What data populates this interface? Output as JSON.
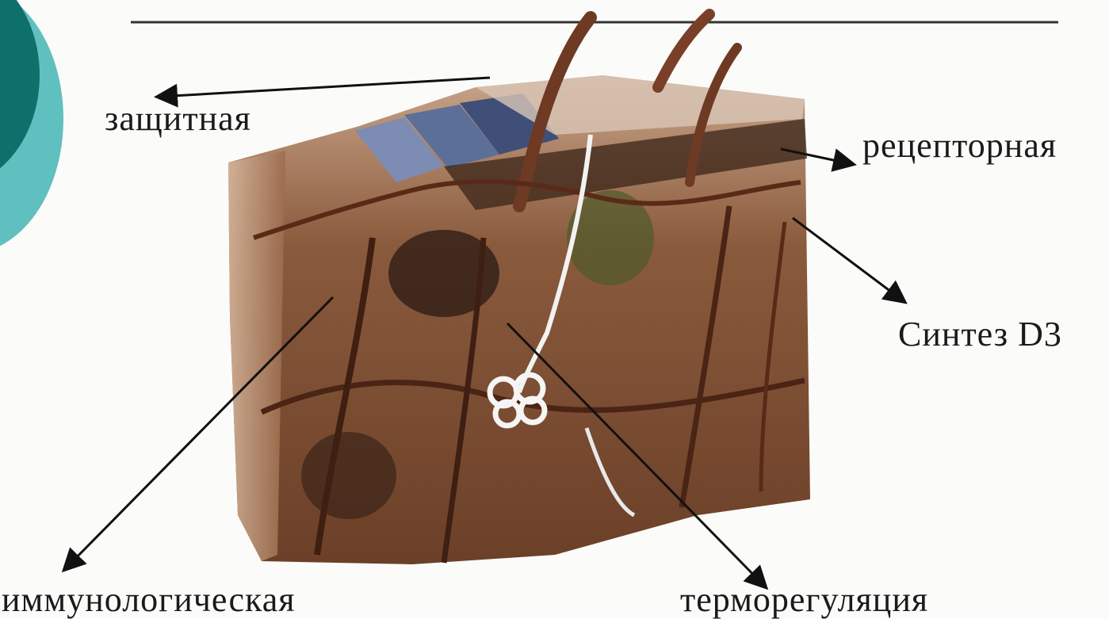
{
  "labels": {
    "protective": "защитная",
    "receptor": "рецепторная",
    "synthesis": "Синтез D3",
    "immunological": "иммунологическая",
    "thermoregulation": "терморегуляция"
  },
  "colors": {
    "slide_background": "#fbfbf9",
    "teal_dark": "#0f6f6a",
    "teal_light": "#5fc0bf",
    "skin_brown": "#8a5a3c",
    "epidermis_blue": "#5b6f99",
    "arrow": "#111111"
  },
  "icons": {
    "skin_illustration": "skin-cross-section",
    "decoration": "teal-circle-ornament"
  }
}
